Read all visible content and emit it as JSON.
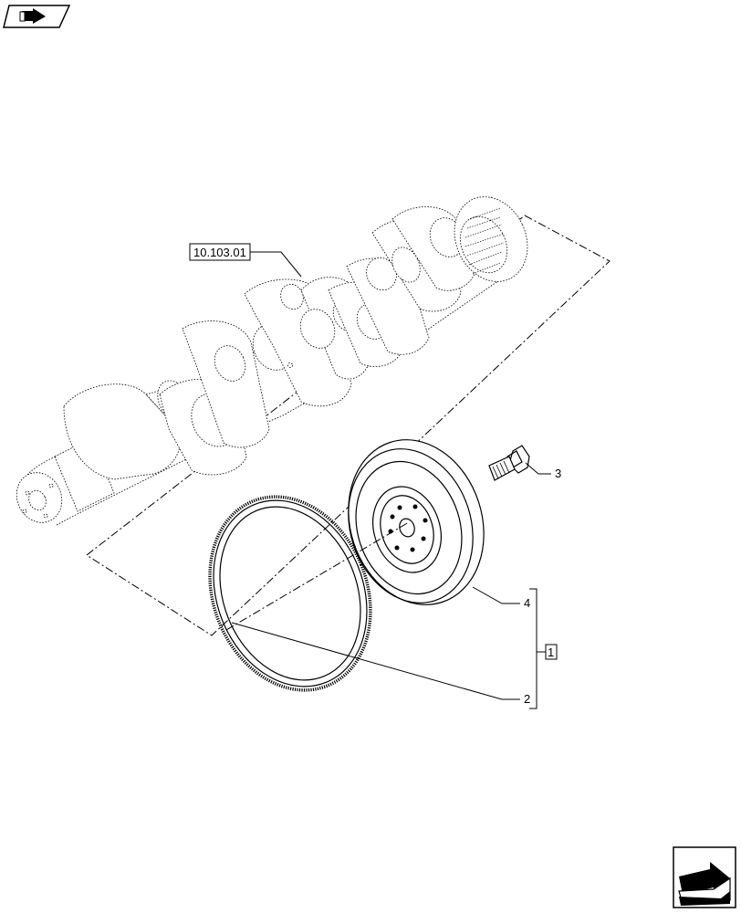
{
  "top_nav_icon": "prev-page-arrow-icon",
  "bottom_nav_icon": "next-page-arrow-icon",
  "references": {
    "crankshaft_ref": "10.103.01"
  },
  "callouts": [
    {
      "id": "callout-3",
      "label": "3"
    },
    {
      "id": "callout-4",
      "label": "4"
    },
    {
      "id": "callout-2",
      "label": "2"
    }
  ],
  "group_callout": "1"
}
